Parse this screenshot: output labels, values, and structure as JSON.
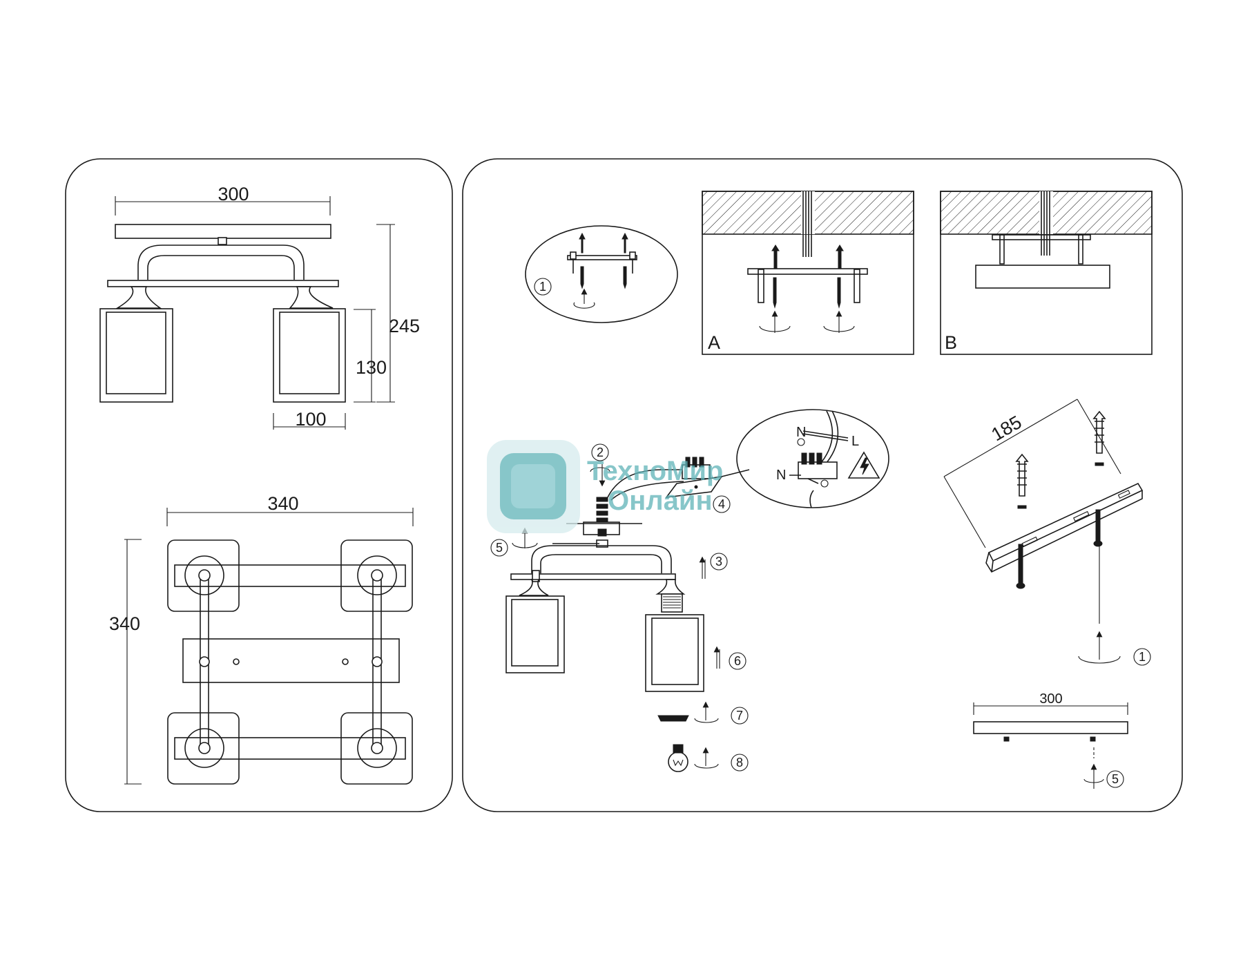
{
  "dimensions": {
    "top_width": "300",
    "total_height": "245",
    "shade_height": "130",
    "shade_width": "100",
    "plan_width": "340",
    "plan_depth": "340",
    "bracket_hole_spacing": "185",
    "base_length": "300"
  },
  "detail_labels": {
    "detail_a": "A",
    "detail_b": "B"
  },
  "wiring_labels": {
    "neutral_top": "N",
    "live": "L",
    "neutral_bottom": "N"
  },
  "step_numbers": [
    "1",
    "2",
    "3",
    "4",
    "5",
    "6",
    "7",
    "8"
  ],
  "watermark": {
    "line1": "ТехноМир",
    "line2": "Онлайн",
    "color": "#5fb3b8"
  },
  "colors": {
    "line": "#1a1a1a",
    "background": "#ffffff"
  }
}
